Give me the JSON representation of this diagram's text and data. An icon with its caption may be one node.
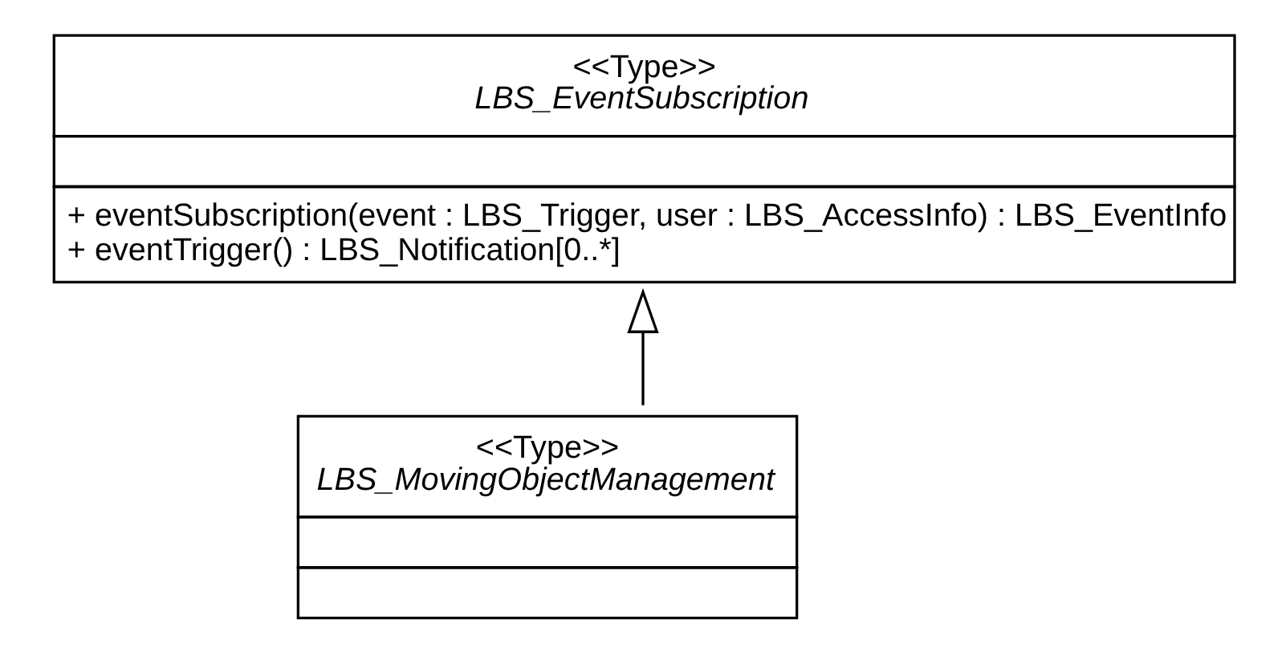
{
  "diagram": {
    "nodes": [
      {
        "text": [
          "<<Type>>",
          "LBS_EventSubscription",
          "+ eventSubscription(event : LBS_Trigger, user : LBS_AccessInfo) : LBS_EventInfo",
          "+ eventTrigger() : LBS_Notification[0..*]"
        ]
      },
      {
        "text": [
          "<<Type>>",
          "LBS_MovingObjectManagement"
        ]
      }
    ],
    "edges": [
      {
        "from": 1,
        "to": 0,
        "arrow": "to"
      }
    ]
  }
}
